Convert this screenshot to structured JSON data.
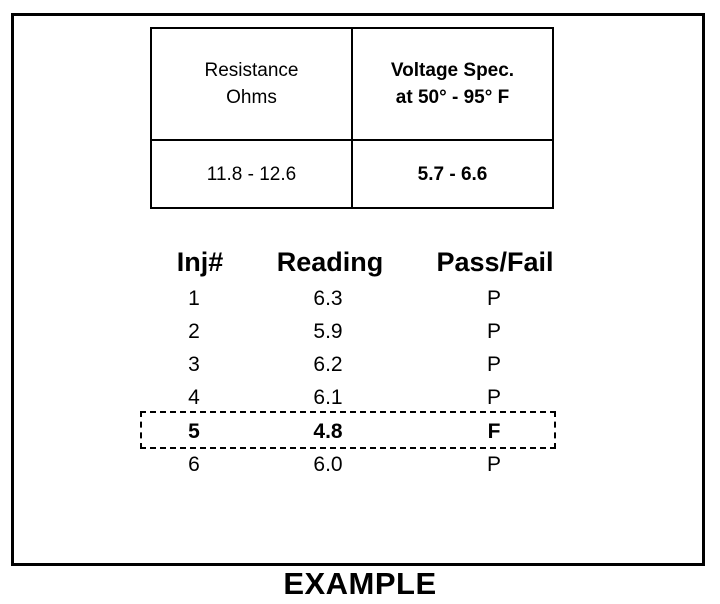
{
  "spec_table": {
    "resistance_header": [
      "Resistance",
      "Ohms"
    ],
    "voltage_header": [
      "Voltage Spec.",
      "at 50° - 95° F"
    ],
    "resistance_value": "11.8 - 12.6",
    "voltage_value": "5.7 - 6.6"
  },
  "readings": {
    "headers": {
      "inj": "Inj#",
      "reading": "Reading",
      "pass_fail": "Pass/Fail"
    },
    "rows": [
      {
        "inj": "1",
        "reading": "6.3",
        "pass_fail": "P"
      },
      {
        "inj": "2",
        "reading": "5.9",
        "pass_fail": "P"
      },
      {
        "inj": "3",
        "reading": "6.2",
        "pass_fail": "P"
      },
      {
        "inj": "4",
        "reading": "6.1",
        "pass_fail": "P"
      },
      {
        "inj": "5",
        "reading": "4.8",
        "pass_fail": "F"
      },
      {
        "inj": "6",
        "reading": "6.0",
        "pass_fail": "P"
      }
    ]
  },
  "caption": "EXAMPLE"
}
